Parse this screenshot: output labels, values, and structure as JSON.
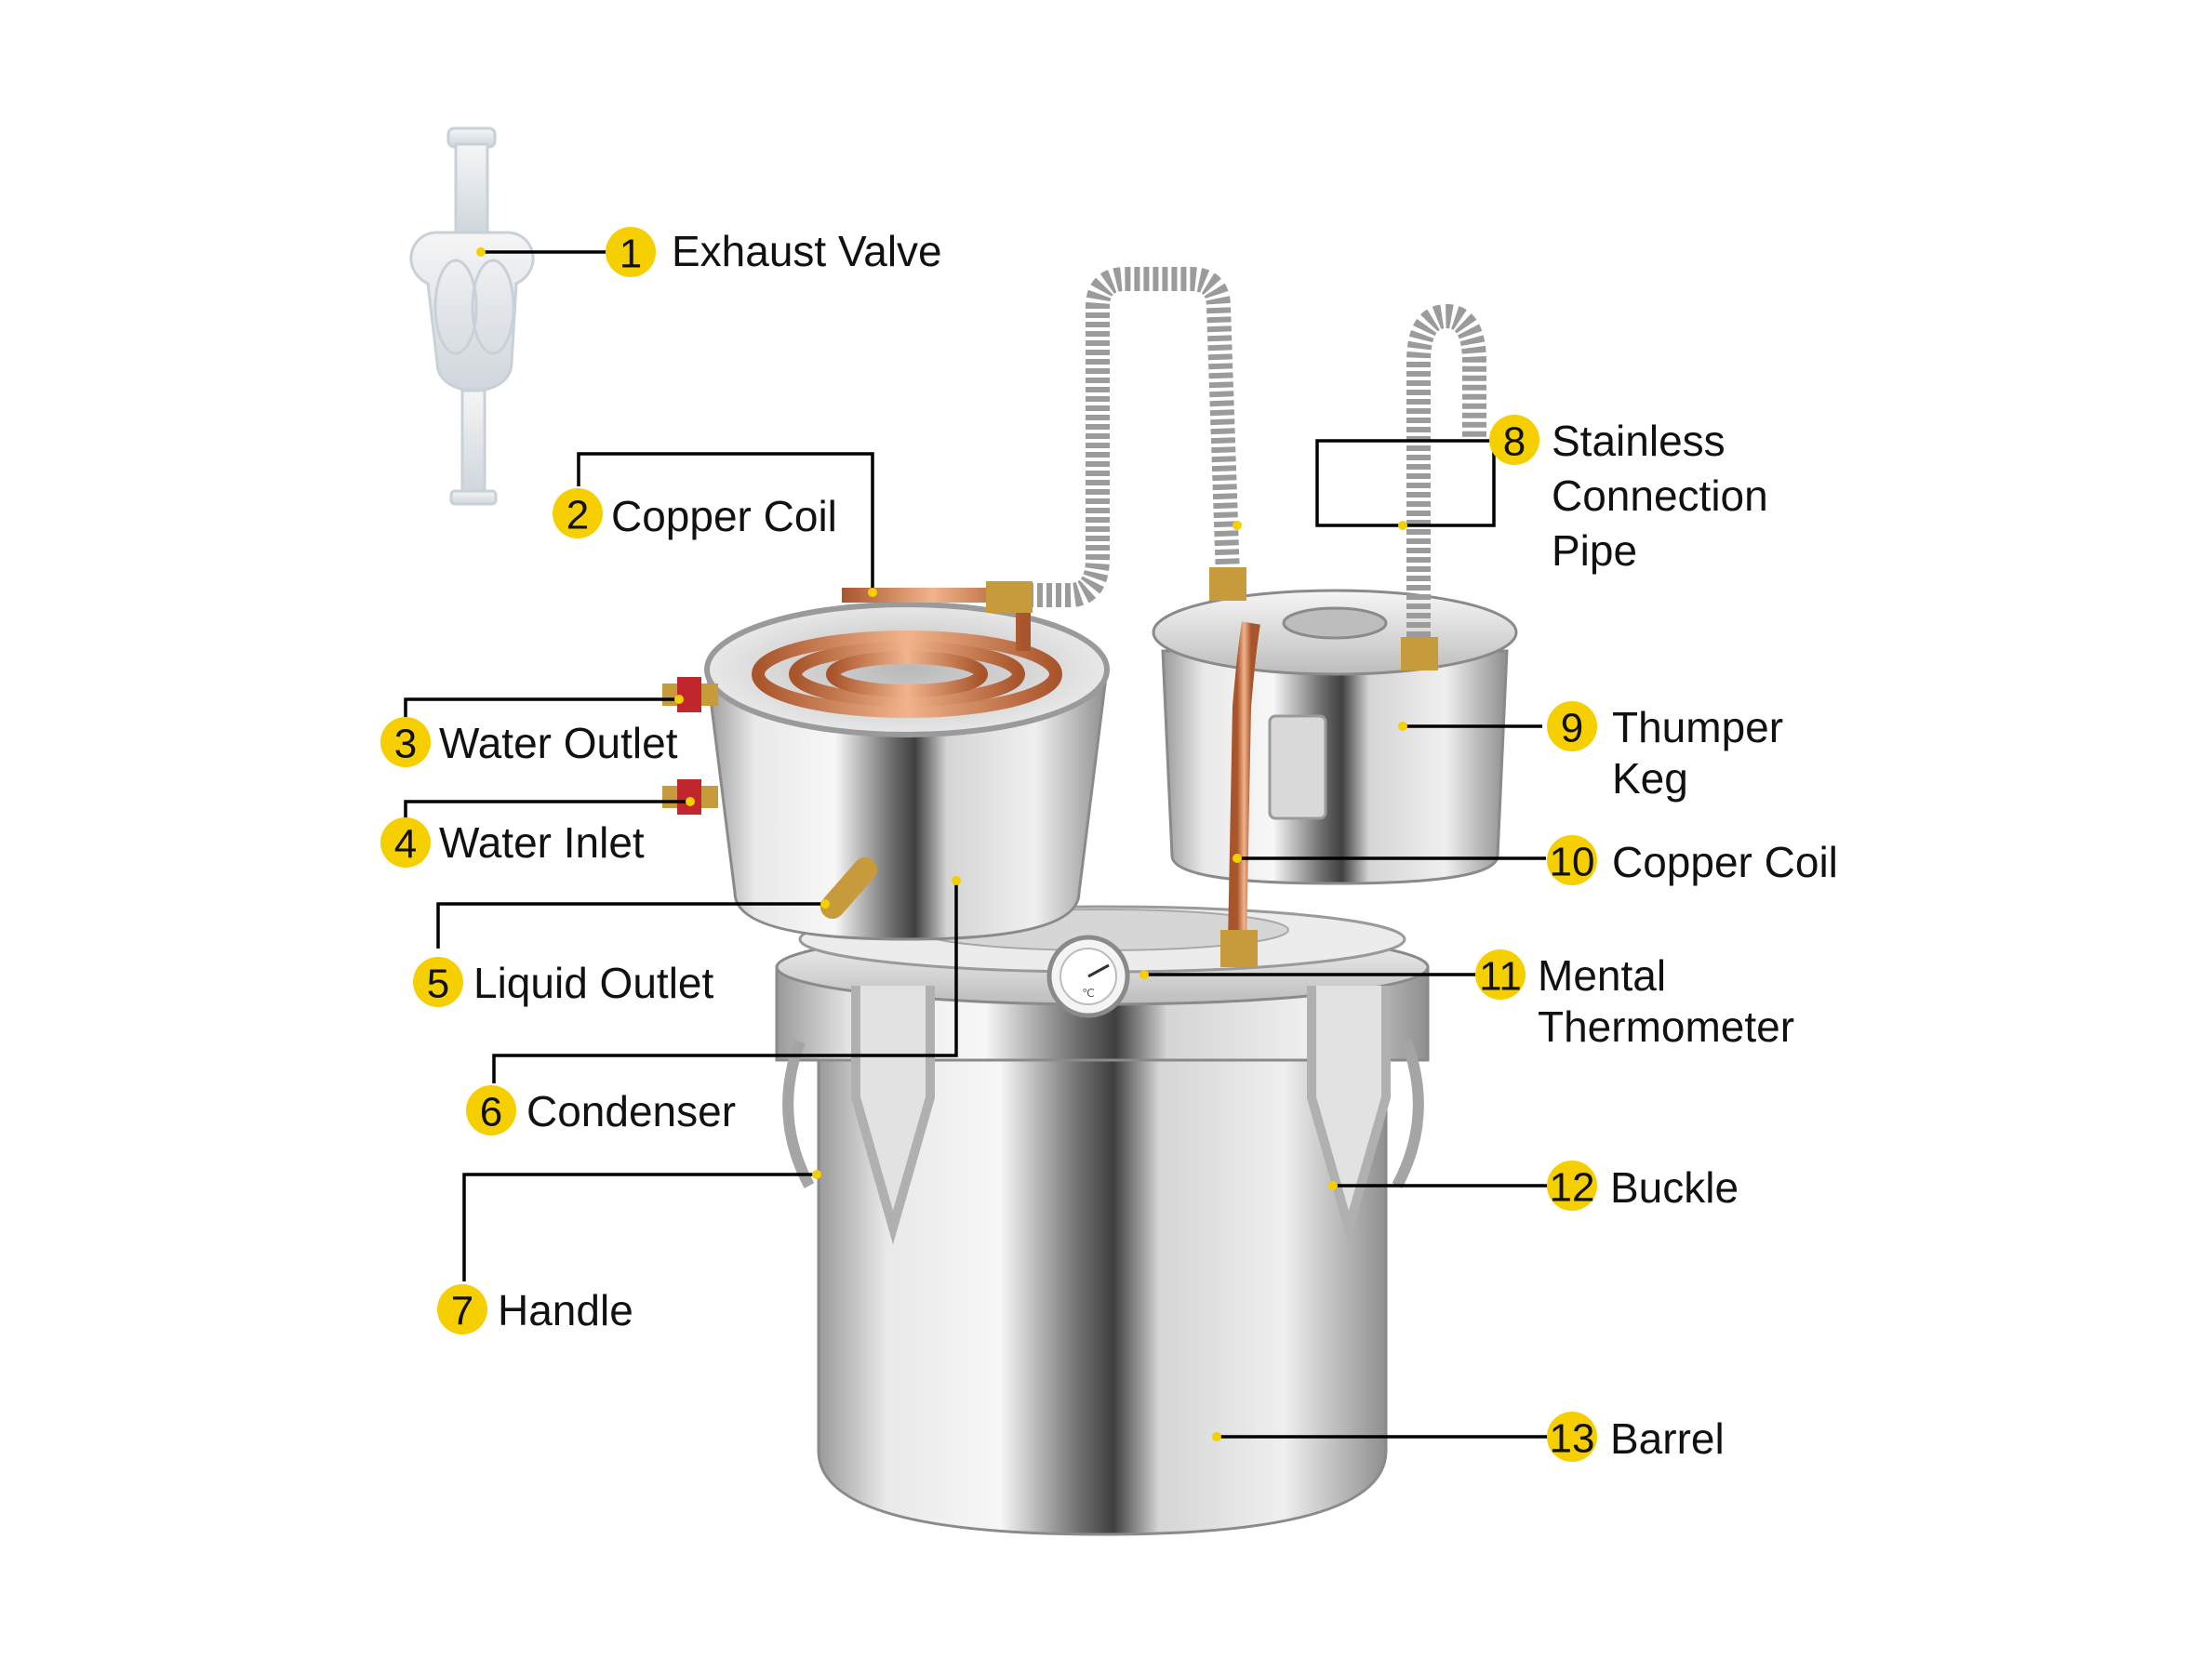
{
  "colors": {
    "badge": "#f6cf00",
    "steel_light": "#f2f2f2",
    "steel_dark": "#6e6e6e",
    "copper": "#c8703f",
    "brass": "#c79a3b",
    "valve_red": "#c0262b"
  },
  "labels": [
    {
      "num": "1",
      "lines": [
        "Exhaust Valve"
      ]
    },
    {
      "num": "2",
      "lines": [
        "Copper Coil"
      ]
    },
    {
      "num": "3",
      "lines": [
        "Water Outlet"
      ]
    },
    {
      "num": "4",
      "lines": [
        "Water Inlet"
      ]
    },
    {
      "num": "5",
      "lines": [
        "Liquid Outlet"
      ]
    },
    {
      "num": "6",
      "lines": [
        "Condenser"
      ]
    },
    {
      "num": "7",
      "lines": [
        "Handle"
      ]
    },
    {
      "num": "8",
      "lines": [
        "Stainless",
        "Connection",
        "Pipe"
      ]
    },
    {
      "num": "9",
      "lines": [
        "Thumper",
        "Keg"
      ]
    },
    {
      "num": "10",
      "lines": [
        "Copper Coil"
      ]
    },
    {
      "num": "11",
      "lines": [
        "Mental",
        "Thermometer"
      ]
    },
    {
      "num": "12",
      "lines": [
        "Buckle"
      ]
    },
    {
      "num": "13",
      "lines": [
        "Barrel"
      ]
    }
  ],
  "thermometer": {
    "dial": "℃"
  }
}
